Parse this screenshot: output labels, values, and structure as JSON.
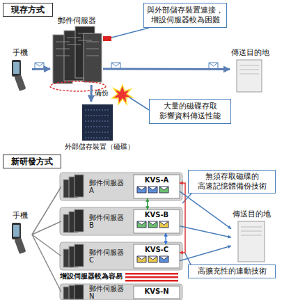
{
  "diagram": {
    "nodes": [
      {
        "text": [
          "現存方式"
        ]
      },
      {
        "text": [
          "手機"
        ]
      },
      {
        "text": [
          "郵件伺服器"
        ]
      },
      {
        "text": [
          "傳送目的地"
        ]
      },
      {
        "text": [
          "外部儲存裝置（磁碟）"
        ]
      },
      {
        "text": [
          "與外部儲存裝置連接， 增設伺服器較為困難"
        ]
      },
      {
        "text": [
          "大量的磁碟存取 影響資料傳送性能"
        ]
      },
      {
        "text": [
          "新研發方式"
        ]
      },
      {
        "text": [
          "手機"
        ]
      },
      {
        "text": [
          "郵件伺服器 A"
        ]
      },
      {
        "text": [
          "KVS-A"
        ]
      },
      {
        "text": [
          "郵件伺服器 B"
        ]
      },
      {
        "text": [
          "KVS-B"
        ]
      },
      {
        "text": [
          "郵件伺服器 C"
        ]
      },
      {
        "text": [
          "KVS-C"
        ]
      },
      {
        "text": [
          "郵件伺服器 N"
        ]
      },
      {
        "text": [
          "KVS-N"
        ]
      },
      {
        "text": [
          "傳送目的地"
        ]
      },
      {
        "text": [
          "無須存取磁碟的 高速記憶體備份技術"
        ]
      },
      {
        "text": [
          "高擴充性的連動技術"
        ]
      }
    ],
    "edges": [
      {
        "from": 1,
        "to": 2,
        "arrow": "to"
      },
      {
        "from": 2,
        "to": 3,
        "arrow": "to"
      },
      {
        "from": 2,
        "to": 4,
        "label": "備份",
        "arrow": "to"
      },
      {
        "from": 8,
        "to": 9,
        "arrow": "none"
      },
      {
        "from": 8,
        "to": 11,
        "arrow": "none"
      },
      {
        "from": 8,
        "to": 13,
        "arrow": "none"
      },
      {
        "from": 8,
        "to": 15,
        "arrow": "none"
      },
      {
        "from": 10,
        "to": 12,
        "arrow": "both"
      },
      {
        "from": 12,
        "to": 14,
        "arrow": "both"
      },
      {
        "from": 10,
        "to": 14,
        "arrow": "both"
      },
      {
        "from": 10,
        "to": 17,
        "arrow": "to"
      },
      {
        "from": 12,
        "to": 17,
        "arrow": "to"
      },
      {
        "from": 14,
        "to": 17,
        "arrow": "to"
      }
    ],
    "labels": [
      "增設伺服器較為容易"
    ]
  }
}
